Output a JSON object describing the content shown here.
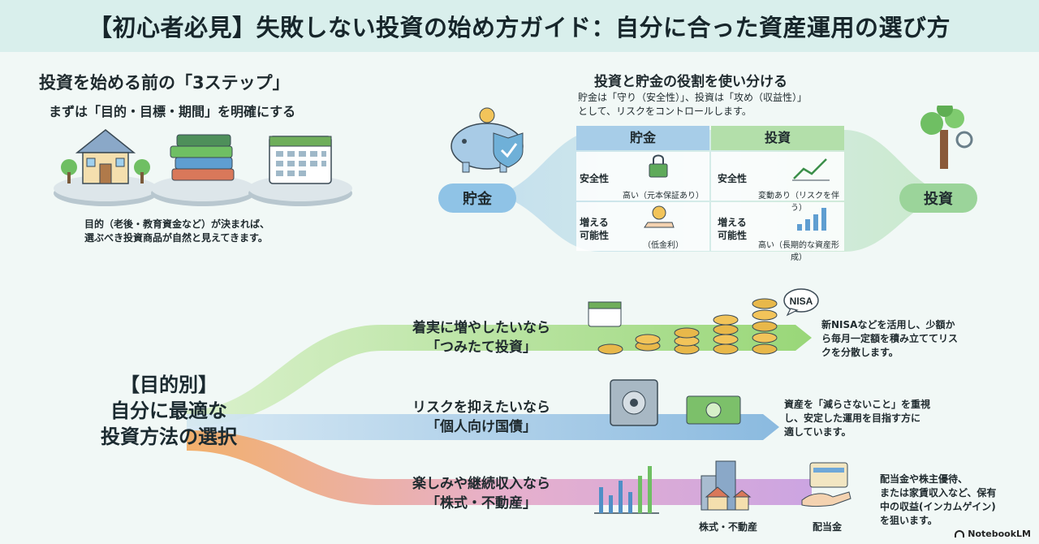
{
  "title": "【初心者必見】失敗しない投資の始め方ガイド：自分に合った資産運用の選び方",
  "steps": {
    "heading": "投資を始める前の「3ステップ」",
    "subheading": "まずは「目的・目標・期間」を明確にする",
    "desc_line1": "目的（老後・教育資金など）が決まれば、",
    "desc_line2": "選ぶべき投資商品が自然と見えてきます。"
  },
  "roles": {
    "heading": "投資と貯金の役割を使い分ける",
    "desc_line1": "貯金は「守り（安全性）」、投資は「攻め（収益性）」",
    "desc_line2": "として、リスクをコントロールします。",
    "left_pill": "貯金",
    "right_pill": "投資",
    "savings_header": "貯金",
    "invest_header": "投資",
    "safety_label": "安全性",
    "growth_label_1": "増える",
    "growth_label_2": "可能性",
    "savings_safety": "高い（元本保証あり）",
    "savings_growth": "（低金利）",
    "invest_safety": "変動あり（リスクを伴う）",
    "invest_growth": "高い（長期的な資産形成）"
  },
  "purpose": {
    "line1": "【目的別】",
    "line2": "自分に最適な",
    "line3": "投資方法の選択"
  },
  "options": [
    {
      "label1": "着実に増やしたいなら",
      "label2": "「つみたて投資」",
      "desc1": "新NISAなどを活用し、少額か",
      "desc2": "ら毎月一定額を積み立ててリス",
      "desc3": "クを分散します。",
      "badge": "NISA"
    },
    {
      "label1": "リスクを抑えたいなら",
      "label2": "「個人向け国債」",
      "desc1": "資産を「減らさないこと」を重視",
      "desc2": "し、安定した運用を目指す方に",
      "desc3": "適しています。"
    },
    {
      "label1": "楽しみや継続収入なら",
      "label2": "「株式・不動産」",
      "desc1": "配当金や株主優待、",
      "desc2": "または家賃収入など、保有",
      "desc3": "中の収益(インカムゲイン)",
      "desc4": "を狙います。",
      "icon1_caption": "株式・不動産",
      "icon2_caption": "配当金"
    }
  ],
  "footer": "NotebookLM",
  "colors": {
    "title_bg": "#d9efec",
    "savings_blue": "#9fcbe8",
    "invest_green": "#a9dca6",
    "green_strip": "#8fd36a",
    "blue_strip": "#7fb3dd",
    "purple_strip": "#c79be0",
    "orange_strip": "#f2a85c"
  }
}
